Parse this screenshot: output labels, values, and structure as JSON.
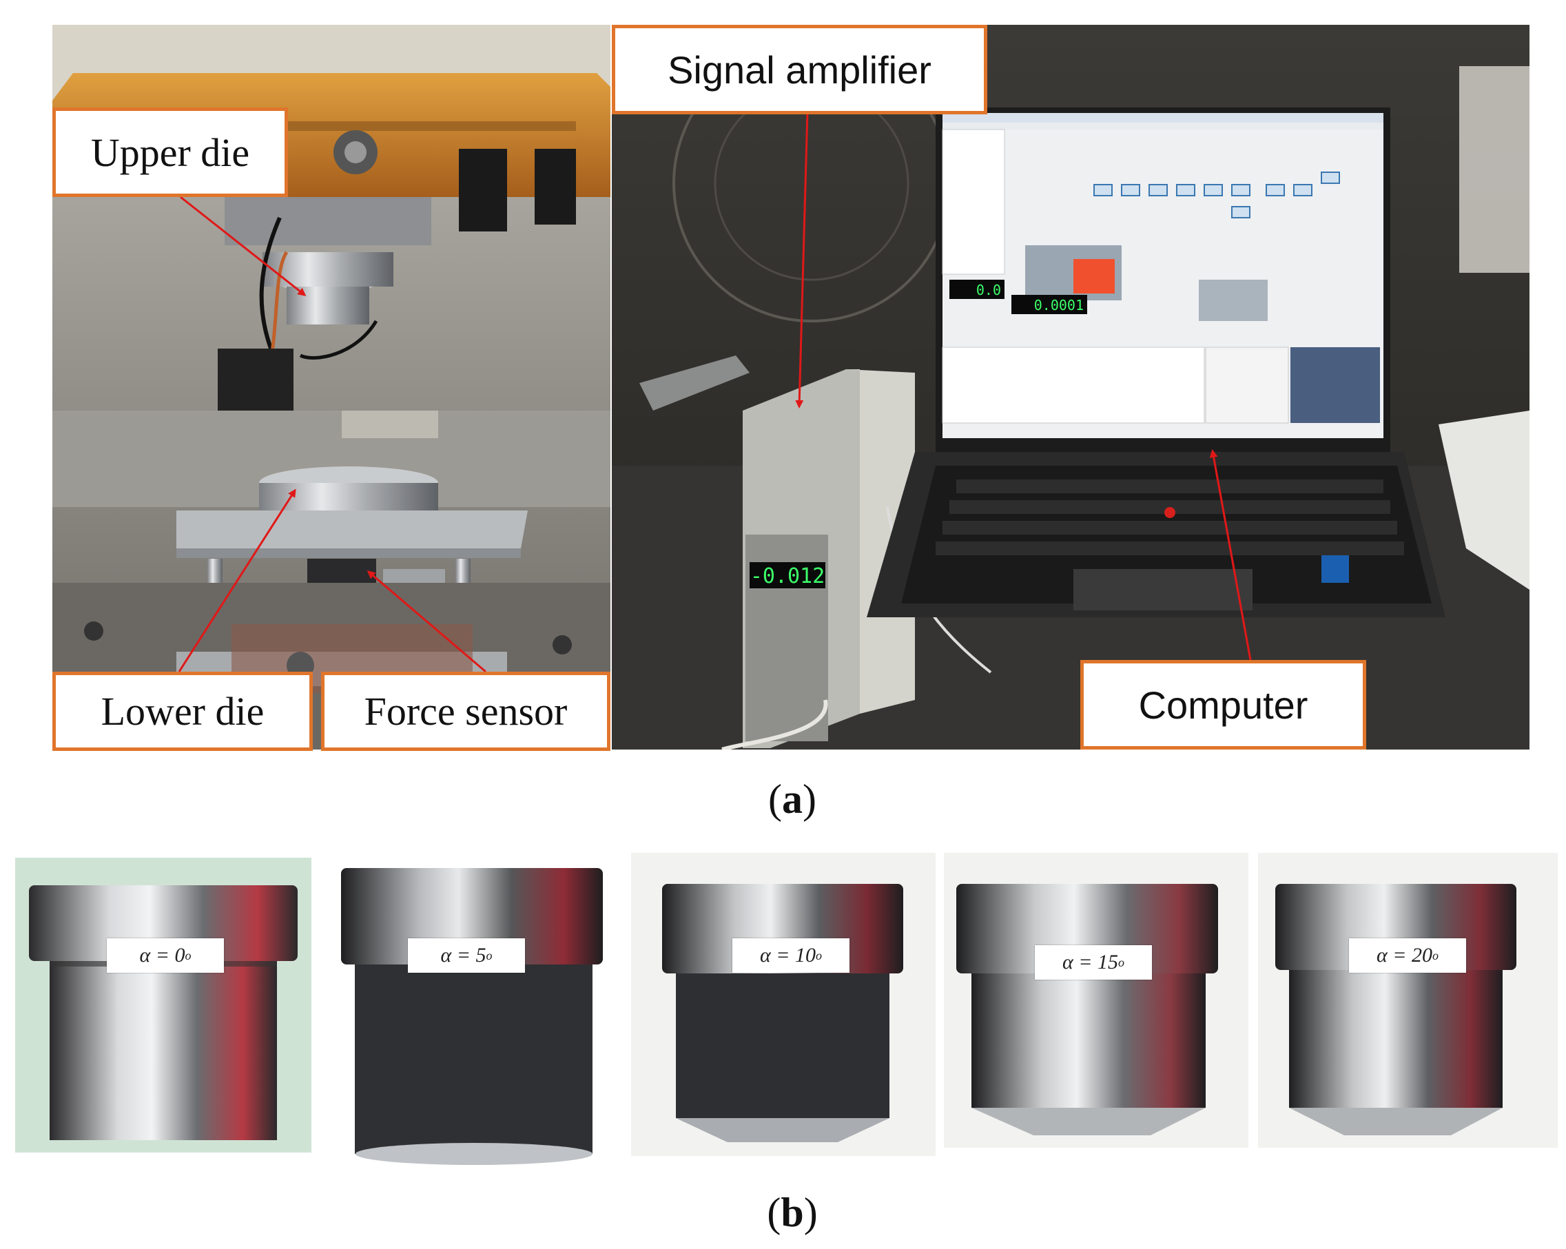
{
  "panel_a": {
    "labels": {
      "upper_die": "Upper die",
      "lower_die": "Lower die",
      "force_sensor": "Force sensor",
      "signal_amplifier": "Signal amplifier",
      "computer": "Computer"
    },
    "amplifier_display": "-0.012",
    "screen_readouts": {
      "value1": "0.0",
      "value2": "0.0001"
    },
    "caption_letter": "a"
  },
  "panel_b": {
    "samples": [
      {
        "angle_label": "α = 0",
        "unit": "o"
      },
      {
        "angle_label": "α = 5",
        "unit": "o"
      },
      {
        "angle_label": "α = 10",
        "unit": "o"
      },
      {
        "angle_label": "α = 15",
        "unit": "o"
      },
      {
        "angle_label": "α = 20",
        "unit": "o"
      }
    ],
    "caption_letter": "b"
  },
  "colors": {
    "label_border": "#e0752b",
    "arrow": "#e01818"
  }
}
